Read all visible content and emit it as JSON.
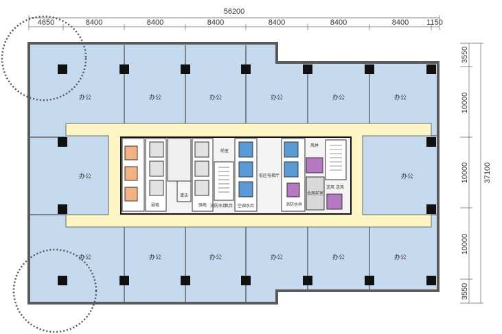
{
  "dimensions": {
    "overall_width": "56200",
    "overall_depth": "37100",
    "top": [
      "4650",
      "8400",
      "8400",
      "8400",
      "8400",
      "8400",
      "8400",
      "1150"
    ],
    "right": [
      "3550",
      "10000",
      "10000",
      "10000",
      "3550"
    ]
  },
  "rooms": {
    "office": "办公",
    "elevator_hall": "低区电梯厅",
    "front_room": "前室",
    "weak_current": "弱电",
    "strong_current": "强电",
    "cleaning": "清洁",
    "fire_pipe": "消防水井",
    "wind_shaft": "风井",
    "ac_water_shaft": "空调水井",
    "shared_front_room": "合用前室",
    "fire_water_shaft": "消防水井",
    "air_supply": "送风",
    "air_supply_2": "送风"
  },
  "colors": {
    "office_fill": "#c5d9ef",
    "corridor_fill": "#fdf6c4",
    "wall": "#5a5a5a",
    "column": "#111111",
    "elevator_orange": "#f4b184",
    "elevator_blue": "#5b9bd5",
    "shaft_purple": "#b57ac2",
    "core_gray": "#e2e2e2"
  }
}
